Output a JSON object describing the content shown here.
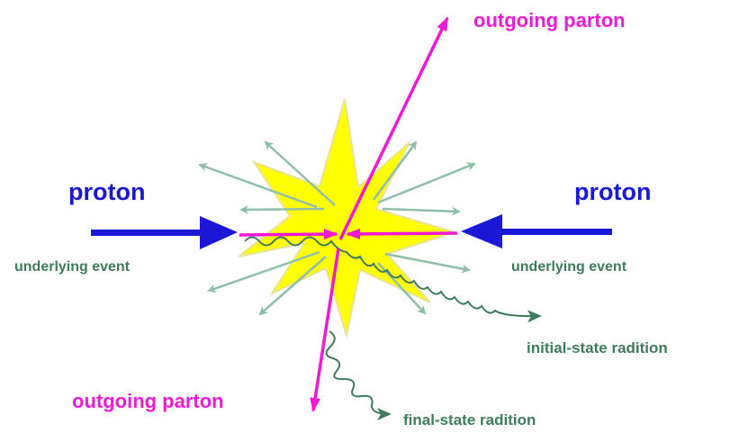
{
  "labels": {
    "outgoing_parton_top": "outgoing parton",
    "outgoing_parton_bottom": "outgoing parton",
    "proton_left": "proton",
    "proton_right": "proton",
    "underlying_event_left": "underlying event",
    "underlying_event_right": "underlying event",
    "initial_state": "initial-state radition",
    "final_state": "final-state radition"
  },
  "colors": {
    "proton": "#1a17d6",
    "parton": "#f01ad6",
    "radiation": "#3f7b5f",
    "underlying": "#8fbfa8",
    "burst": "#ffff00",
    "burst_edge": "#e8e29a"
  }
}
